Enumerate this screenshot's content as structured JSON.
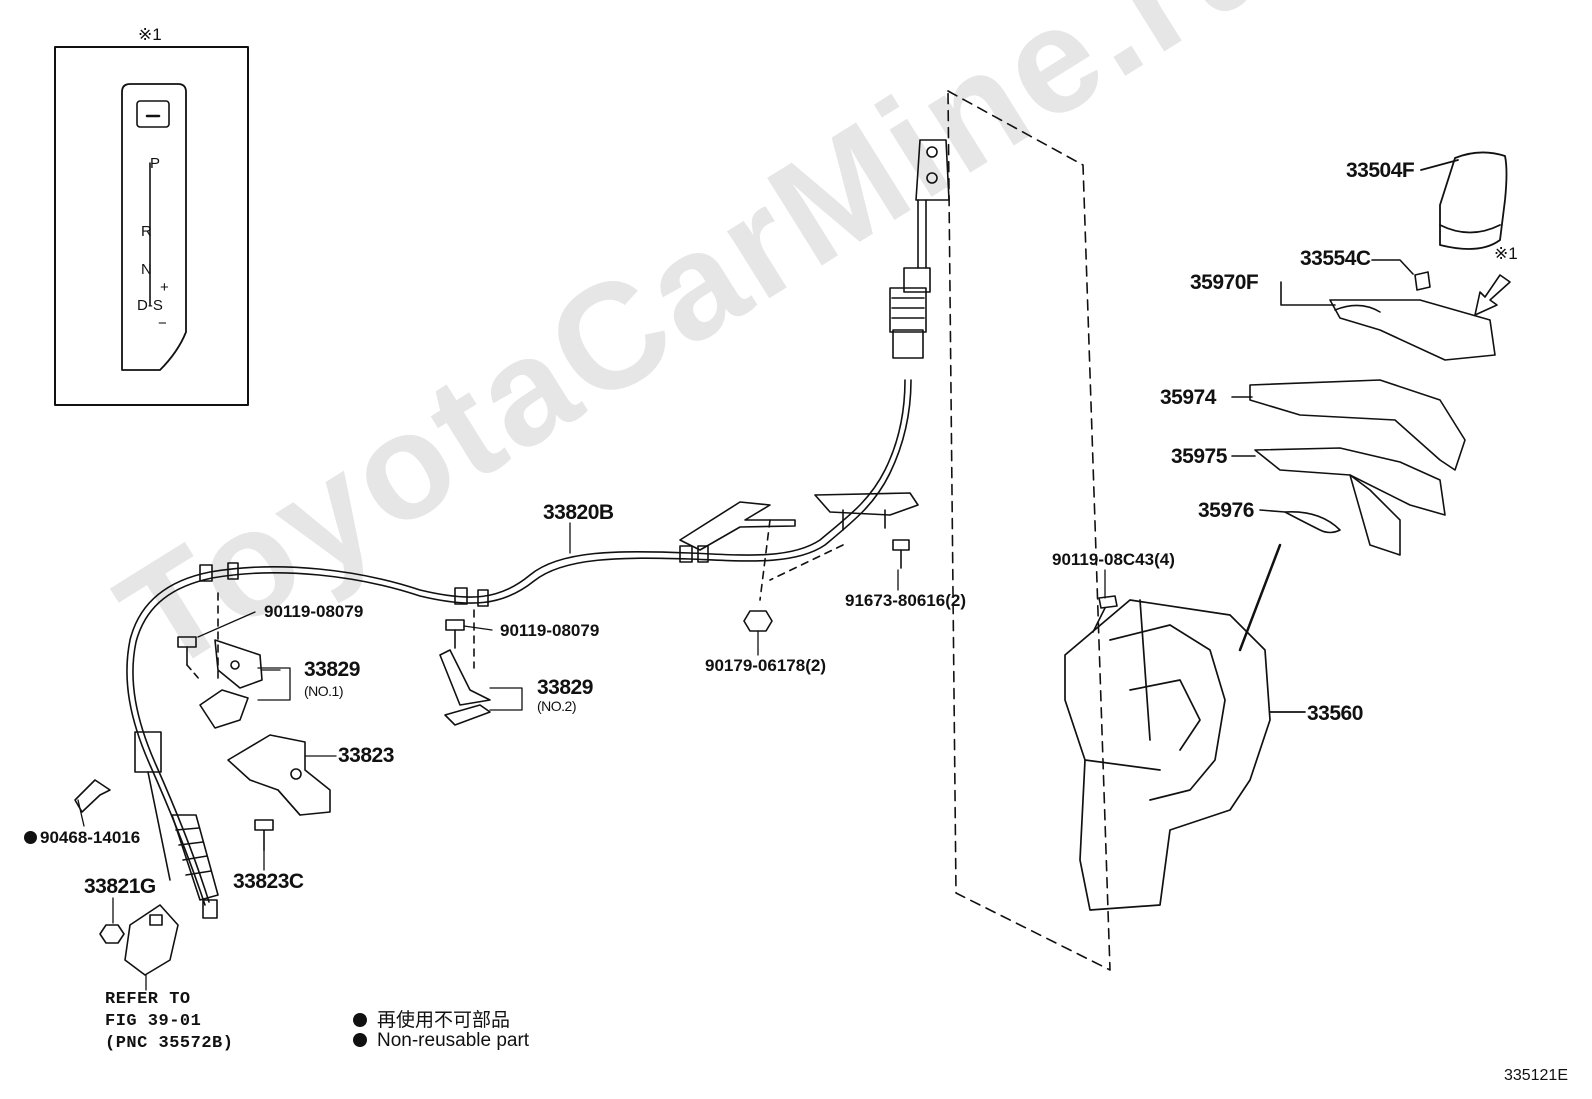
{
  "watermark": "ToyotaCarMine.ru",
  "inset": {
    "mark": "※1",
    "gate": {
      "p": "P",
      "r": "R",
      "n": "N",
      "ds": "D-S",
      "plus": "+",
      "minus": "−"
    }
  },
  "parts": {
    "p33504F": "33504F",
    "p33554C": "33554C",
    "p35970F": "35970F",
    "arrow_mark": "※1",
    "p35974": "35974",
    "p35975": "35975",
    "p35976": "35976",
    "p33560": "33560",
    "p90119_08C43": "90119-08C43(4)",
    "p91673_80616": "91673-80616(2)",
    "p90179_06178": "90179-06178(2)",
    "p33820B": "33820B",
    "p90119_08079_a": "90119-08079",
    "p90119_08079_b": "90119-08079",
    "p33829_a": "33829",
    "p33829_a_sub": "(NO.1)",
    "p33829_b": "33829",
    "p33829_b_sub": "(NO.2)",
    "p33823": "33823",
    "p33823C": "33823C",
    "p90468_14016": "90468-14016",
    "p33821G": "33821G",
    "refer_line1": "REFER TO",
    "refer_line2": "FIG 39-01",
    "refer_line3": "(PNC 35572B)"
  },
  "legend": {
    "jp": "再使用不可部品",
    "en": "Non-reusable part"
  },
  "figure_id": "335121E"
}
